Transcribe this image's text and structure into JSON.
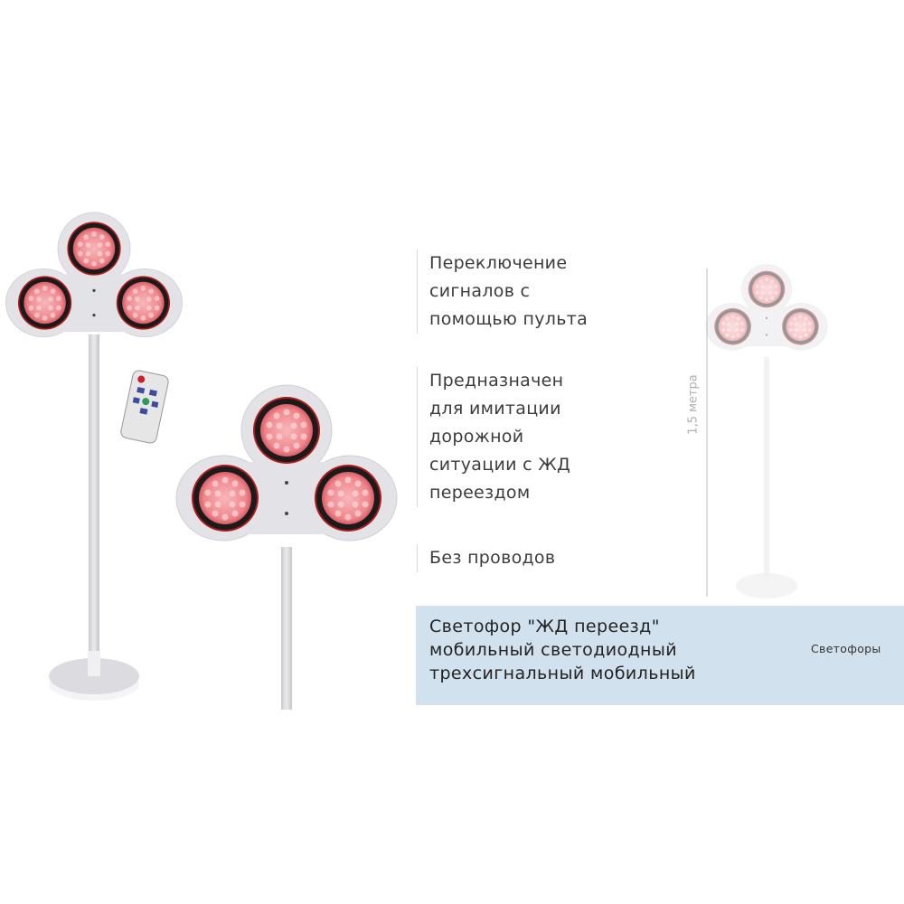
{
  "features": [
    {
      "lines": [
        "Переключение",
        "сигналов с",
        "помощью пульта"
      ]
    },
    {
      "lines": [
        "Предназначен",
        "для имитации",
        "дорожной",
        "ситуации с ЖД",
        "переездом"
      ]
    },
    {
      "lines": [
        "Без проводов"
      ]
    }
  ],
  "dimension": {
    "label": "1,5 метра"
  },
  "banner": {
    "title_lines": [
      "Светофор \"ЖД переезд\"",
      "мобильный светодиодный",
      "трехсигнальный мобильный"
    ],
    "category": "Светофоры"
  },
  "colors": {
    "banner_bg": "#d2e1ee",
    "lamp": "#f08a8f",
    "housing": "#e4e4e8"
  }
}
